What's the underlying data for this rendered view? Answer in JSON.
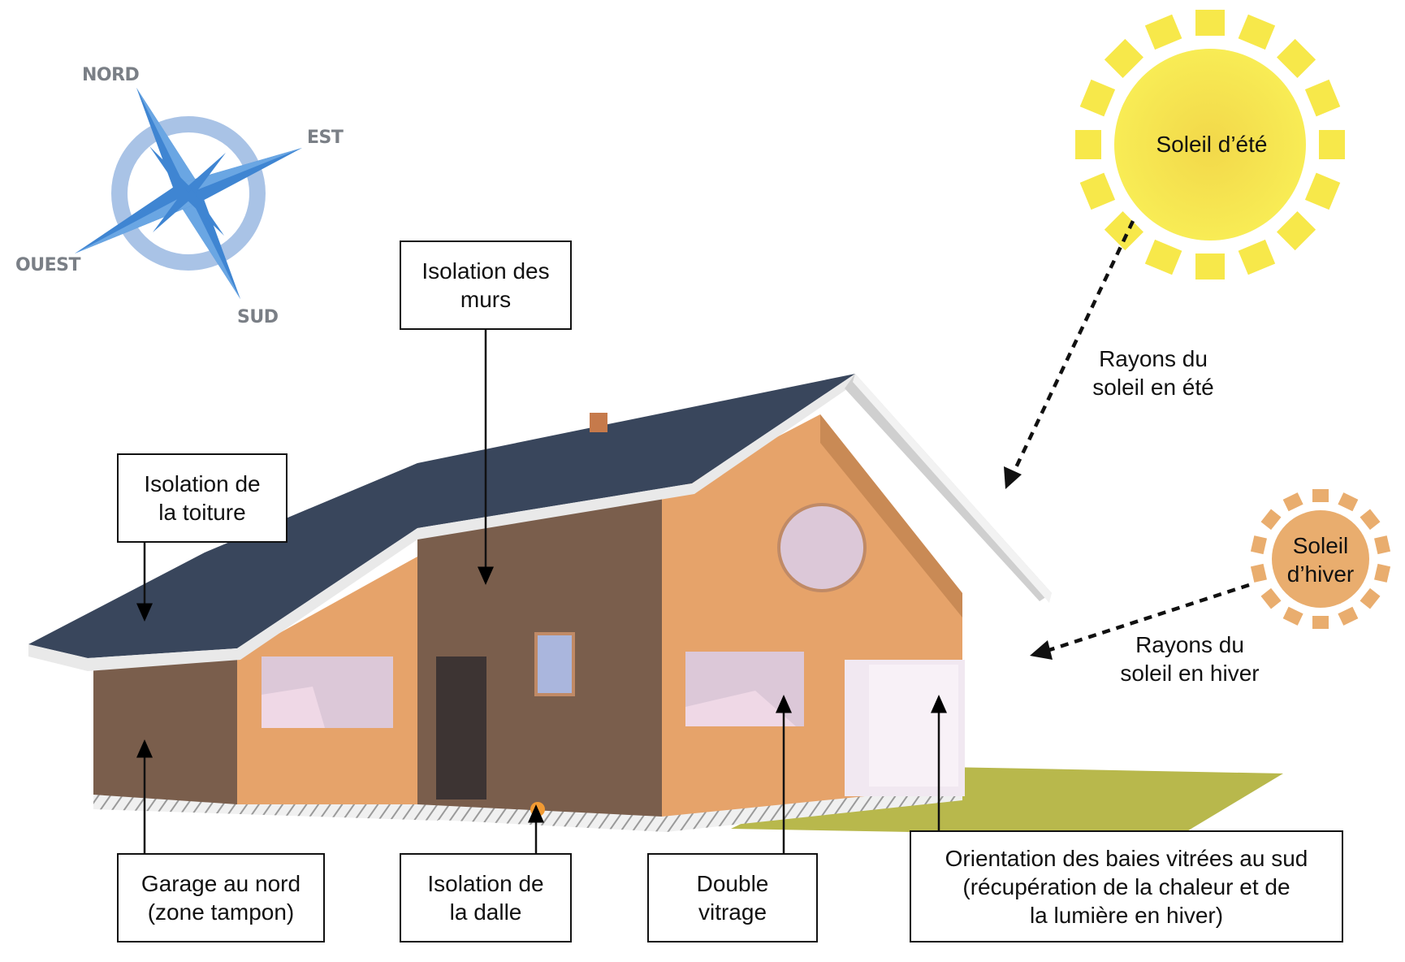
{
  "compass": {
    "north": "NORD",
    "east": "EST",
    "west": "OUEST",
    "south": "SUD",
    "color": "#4a8fd6"
  },
  "suns": {
    "summer": {
      "label": "Soleil d’été",
      "color": "#f7e84a"
    },
    "winter": {
      "label": "Soleil\nd’hiver",
      "color": "#e9ad6e"
    }
  },
  "rays": {
    "summer": "Rayons du\nsoleil en été",
    "winter": "Rayons du\nsoleil en hiver"
  },
  "labels": {
    "walls": "Isolation des\nmurs",
    "roof": "Isolation de\nla toiture",
    "garage": "Garage au nord\n(zone tampon)",
    "slab": "Isolation de\nla dalle",
    "glazing": "Double\nvitrage",
    "orientation": "Orientation des baies vitrées au sud\n(récupération de la chaleur et de\nla lumière en hiver)"
  },
  "colors": {
    "roof": "#39465c",
    "wall_light": "#e6a36a",
    "wall_dark": "#7a5e4c",
    "ground": "#b7b64a"
  }
}
